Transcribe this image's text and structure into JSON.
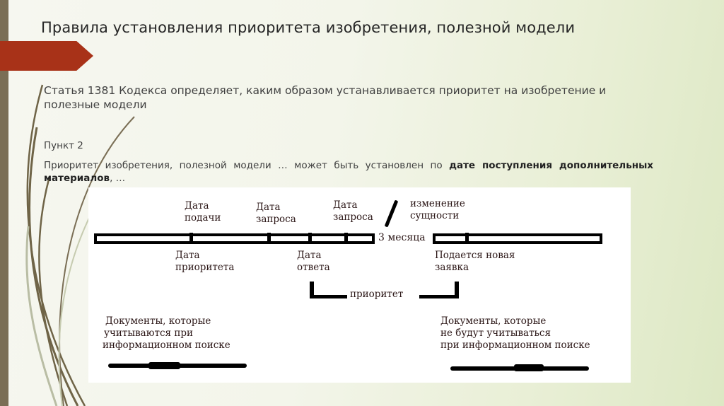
{
  "slide": {
    "title": "Правила установления приоритета изобретения, полезной модели",
    "intro": "Статья 1381 Кодекса определяет, каким образом устанавливается приоритет на изобретение и полезные модели",
    "clause_label": "Пункт 2",
    "clause_text_start": "Приоритет изобретения, полезной модели … может быть установлен по ",
    "clause_text_bold": "дате поступления дополнительных материалов",
    "clause_text_end": ", …",
    "accent_color": "#a83218",
    "sidebar_color": "#7a6e55"
  },
  "diagram": {
    "top_labels": [
      {
        "line1": "Дата",
        "line2": "подачи"
      },
      {
        "line1": "Дата",
        "line2": "запроса"
      },
      {
        "line1": "Дата",
        "line2": "запроса"
      },
      {
        "line1": "изменение",
        "line2": "сущности"
      }
    ],
    "gap_label": "3 месяца",
    "bottom_labels": [
      {
        "line1": "Дата",
        "line2": "приоритета"
      },
      {
        "line1": "Дата",
        "line2": "ответа"
      },
      {
        "line1": "Подается новая",
        "line2": "заявка"
      }
    ],
    "bracket_label": "приоритет",
    "left_note": {
      "line1": "Документы, которые",
      "line2": "учитываются при",
      "line3": "информационном поиске"
    },
    "right_note": {
      "line1": "Документы, которые",
      "line2": "не будут учитываться",
      "line3": "при информационном поиске"
    }
  }
}
